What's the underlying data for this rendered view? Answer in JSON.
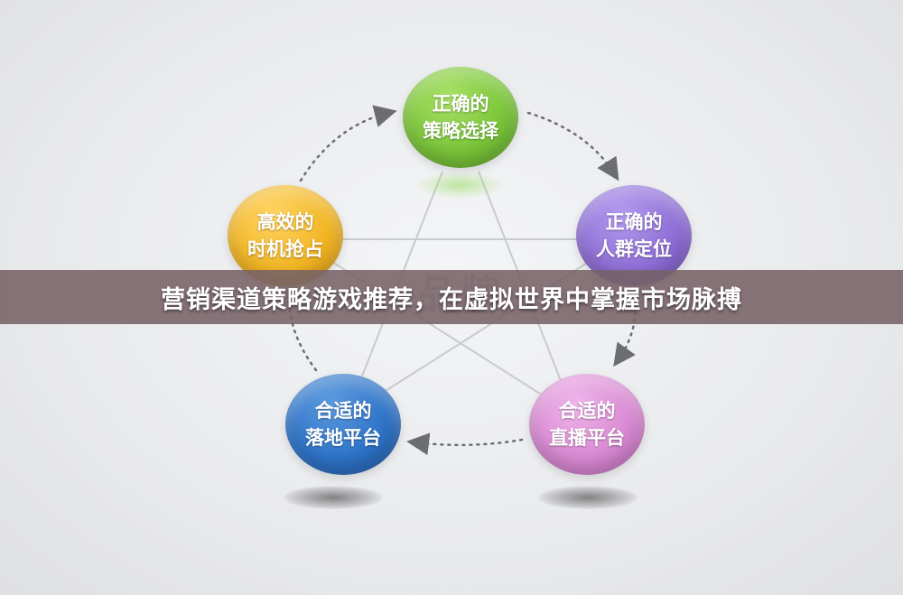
{
  "banner": {
    "title": "营销渠道策略游戏推荐，在虚拟世界中掌握市场脉搏"
  },
  "center_label": "品牌",
  "nodes": [
    {
      "id": "strategy",
      "line1": "正确的",
      "line2": "策略选择",
      "color": "#7cc63a"
    },
    {
      "id": "audience",
      "line1": "正确的",
      "line2": "人群定位",
      "color": "#8f6fd6"
    },
    {
      "id": "live",
      "line1": "合适的",
      "line2": "直播平台",
      "color": "#d98bd3"
    },
    {
      "id": "landing",
      "line1": "合适的",
      "line2": "落地平台",
      "color": "#2f74c8"
    },
    {
      "id": "timing",
      "line1": "高效的",
      "line2": "时机抢占",
      "color": "#f2b625"
    }
  ],
  "arrow_color": "#6b6d72",
  "line_color": "#c9cacd"
}
